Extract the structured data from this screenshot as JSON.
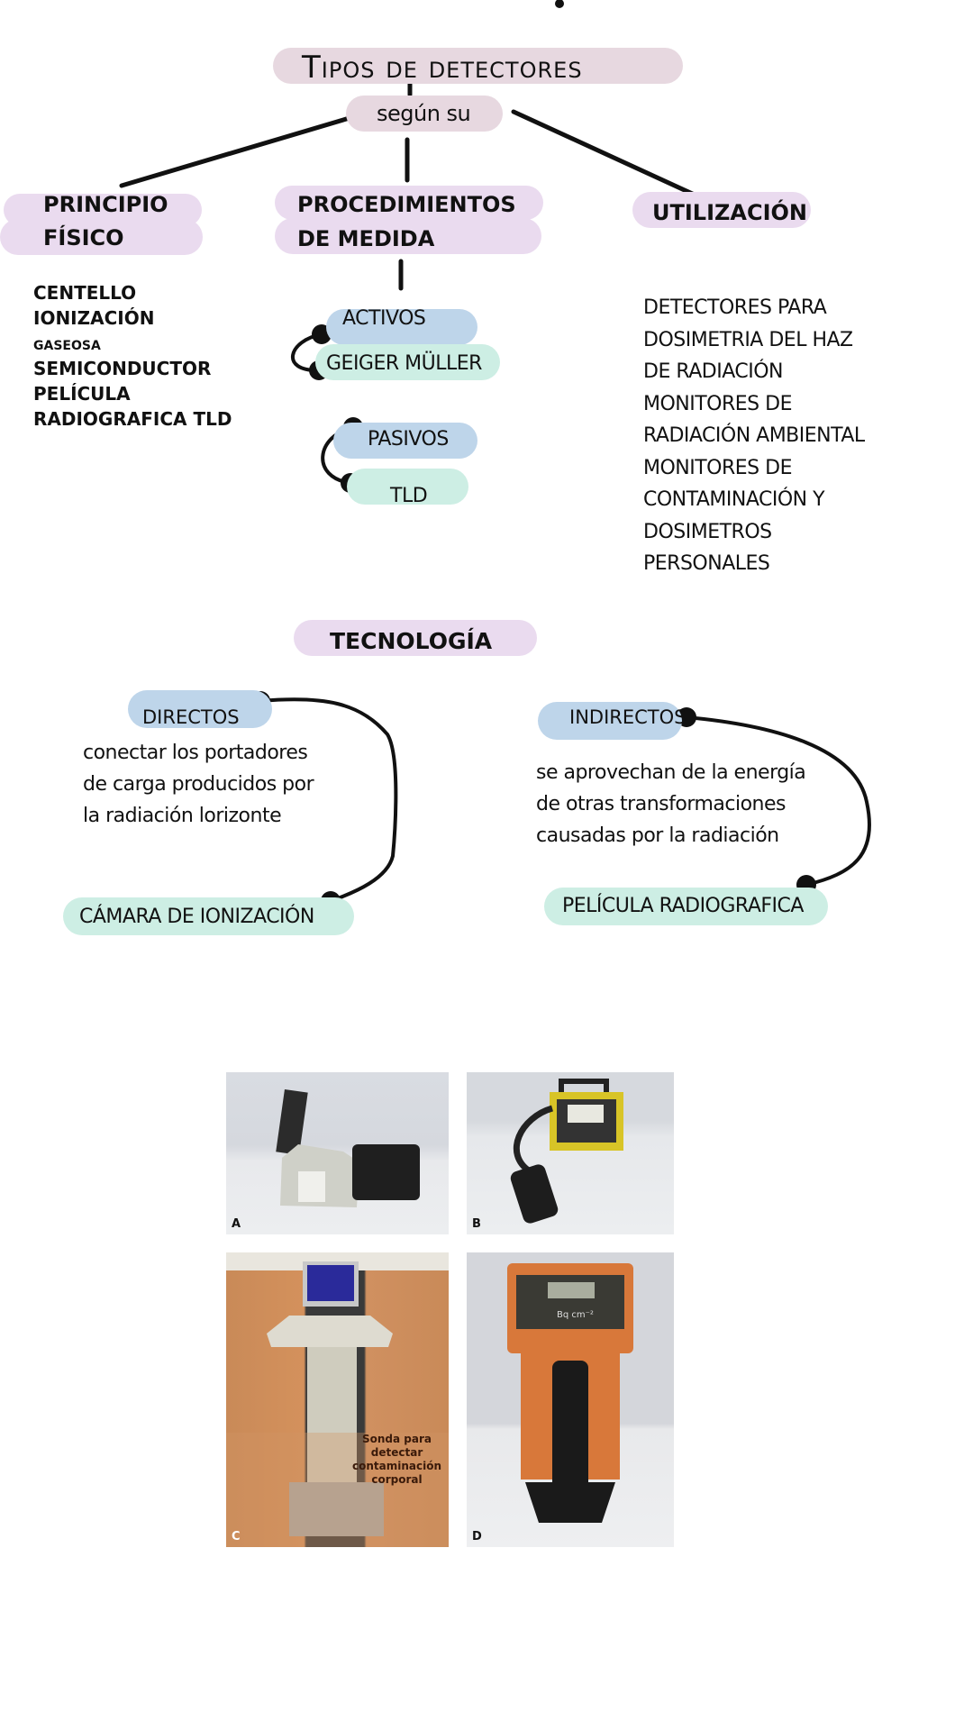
{
  "title": "Tipos de detectores",
  "connector": "según su",
  "categories": {
    "principio_fisico": {
      "label_line1": "PRINCIPIO",
      "label_line2": "FÍSICO",
      "items": [
        "CENTELLO",
        "IONIZACIÓN",
        "GASEOSA",
        "SEMICONDUCTOR",
        "PELÍCULA",
        "RADIOGRAFICA TLD"
      ]
    },
    "procedimientos_medida": {
      "label_line1": "PROCEDIMIENTOS",
      "label_line2": "DE MEDIDA",
      "groups": [
        {
          "type": "ACTIVOS",
          "example": "GEIGER MÜLLER"
        },
        {
          "type": "PASIVOS",
          "example": "TLD"
        }
      ]
    },
    "utilizacion": {
      "label": "UTILIZACIÓN",
      "items": [
        "DETECTORES PARA",
        "DOSIMETRIA DEL HAZ",
        "DE RADIACIÓN",
        "MONITORES DE",
        "RADIACIÓN AMBIENTAL",
        "MONITORES DE",
        "CONTAMINACIÓN Y",
        "DOSIMETROS",
        "PERSONALES"
      ]
    }
  },
  "tecnologia": {
    "label": "TECNOLOGÍA",
    "directos": {
      "label": "DIRECTOS",
      "description": [
        "conectar los portadores",
        "de carga producidos por",
        "la radiación lorizonte"
      ],
      "example": "CÁMARA DE IONIZACIÓN"
    },
    "indirectos": {
      "label": "INDIRECTOS",
      "description": [
        "se aprovechan de la energía",
        "de otras transformaciones",
        "causadas por la radiación"
      ],
      "example": "PELÍCULA RADIOGRAFICA"
    }
  },
  "figure": {
    "panels": [
      {
        "label": "A"
      },
      {
        "label": "B"
      },
      {
        "label": "C",
        "annotation": [
          "Sonda para",
          "detectar",
          "contaminación",
          "corporal"
        ]
      },
      {
        "label": "D",
        "display_unit": "Bq cm⁻²"
      }
    ]
  },
  "colors": {
    "title_pill": "#e7d8e0",
    "category_pill": "#eadbef",
    "type_pill": "#bed5ea",
    "example_pill": "#cdeee4",
    "line": "#111111"
  }
}
